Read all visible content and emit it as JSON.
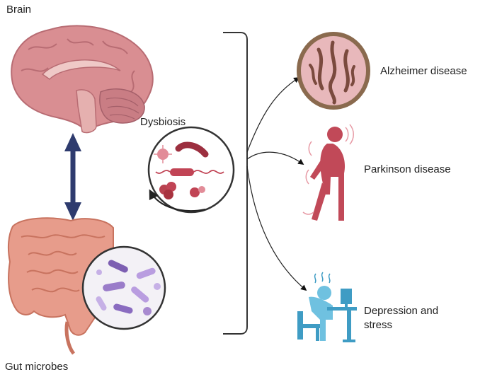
{
  "labels": {
    "brain": "Brain",
    "gut_microbes": "Gut microbes",
    "dysbiosis": "Dysbiosis",
    "alzheimer": "Alzheimer disease",
    "parkinson": "Parkinson disease",
    "depression": "Depression and stress"
  },
  "colors": {
    "brain": "#d98e92",
    "brain_dark": "#b86c73",
    "gut": "#e79c8b",
    "gut_dark": "#c8735f",
    "arrow_navy": "#2e3b6e",
    "microbe_purple": "#a88ad0",
    "dysbiosis_red": "#c14455",
    "parkinson_red": "#c14958",
    "depression_blue": "#3f9cc4",
    "bracket": "#333333"
  },
  "icons": {
    "brain": "brain-icon",
    "gut": "intestine-icon",
    "microbes": "microbe-magnifier-icon",
    "dysbiosis": "dysbiosis-icon",
    "alzheimer": "alzheimer-brain-scan-icon",
    "parkinson": "parkinson-person-icon",
    "depression": "depressed-person-desk-icon"
  }
}
